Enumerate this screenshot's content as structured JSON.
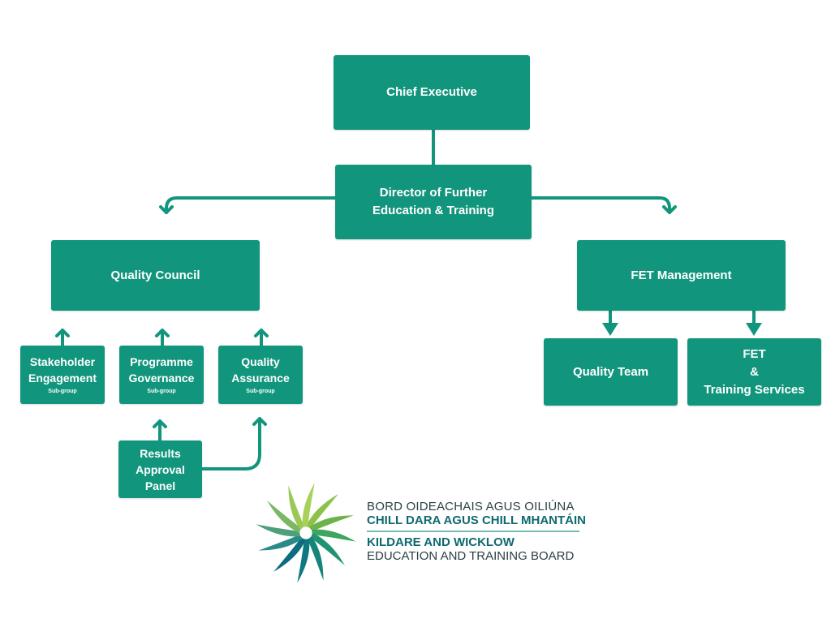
{
  "boxes": {
    "chief_executive": "Chief Executive",
    "director_line1": "Director of Further",
    "director_line2": "Education & Training",
    "quality_council": "Quality Council",
    "fet_management": "FET Management",
    "stakeholder_line1": "Stakeholder",
    "stakeholder_line2": "Engagement",
    "stakeholder_sub": "Sub-group",
    "programme_line1": "Programme",
    "programme_line2": "Governance",
    "programme_sub": "Sub-group",
    "qa_line1": "Quality",
    "qa_line2": "Assurance",
    "qa_sub": "Sub-group",
    "results_line1": "Results",
    "results_line2": "Approval",
    "results_line3": "Panel",
    "quality_team": "Quality Team",
    "fet_services_line1": "FET",
    "fet_services_line2": "&",
    "fet_services_line3": "Training Services"
  },
  "logo": {
    "line1": "BORD OIDEACHAIS AGUS OILIÚNA",
    "line2": "CHILL DARA AGUS CHILL MHANTÁIN",
    "line3": "KILDARE AND WICKLOW",
    "line4": "EDUCATION AND TRAINING BOARD"
  },
  "colors": {
    "box_fill": "#12957d",
    "connector": "#12957d",
    "text": "#ffffff"
  }
}
